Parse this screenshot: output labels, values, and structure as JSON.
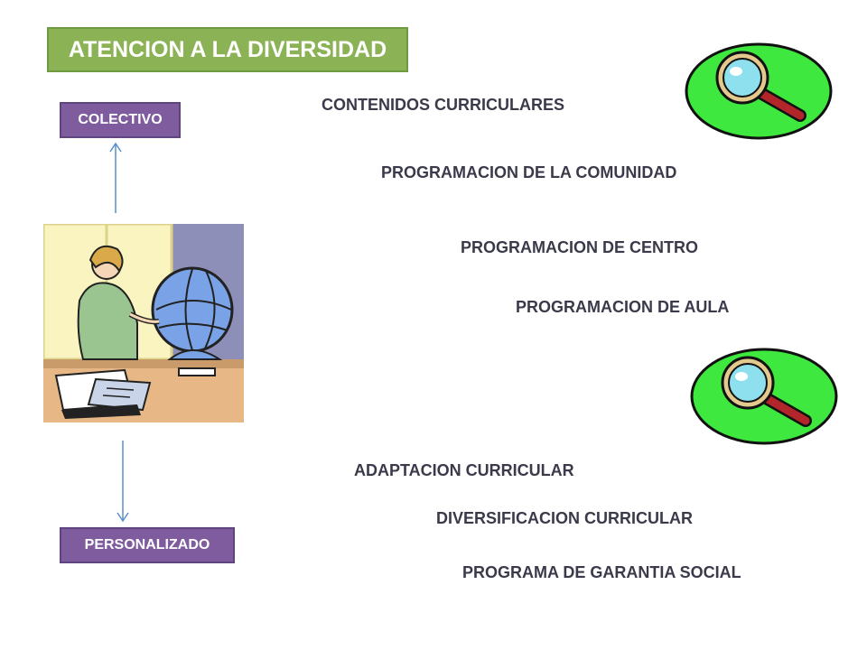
{
  "title": "ATENCION A LA DIVERSIDAD",
  "labels": {
    "colectivo": "COLECTIVO",
    "personalizado": "PERSONALIZADO"
  },
  "items": [
    "CONTENIDOS CURRICULARES",
    "PROGRAMACION DE LA COMUNIDAD",
    "PROGRAMACION DE CENTRO",
    "PROGRAMACION DE AULA",
    "ADAPTACION CURRICULAR",
    "DIVERSIFICACION CURRICULAR",
    "PROGRAMA DE GARANTIA SOCIAL"
  ],
  "icons": {
    "magnifier_top": "magnifying-glass-icon",
    "magnifier_bottom": "magnifying-glass-icon",
    "teacher": "teacher-with-globe-icon",
    "arrow_up": "arrow-up-icon",
    "arrow_down": "arrow-down-icon"
  },
  "colors": {
    "title_bg": "#8bb356",
    "label_bg": "#7e5c9e",
    "magnifier_bg": "#3ee83e",
    "text": "#3a3a4a"
  }
}
